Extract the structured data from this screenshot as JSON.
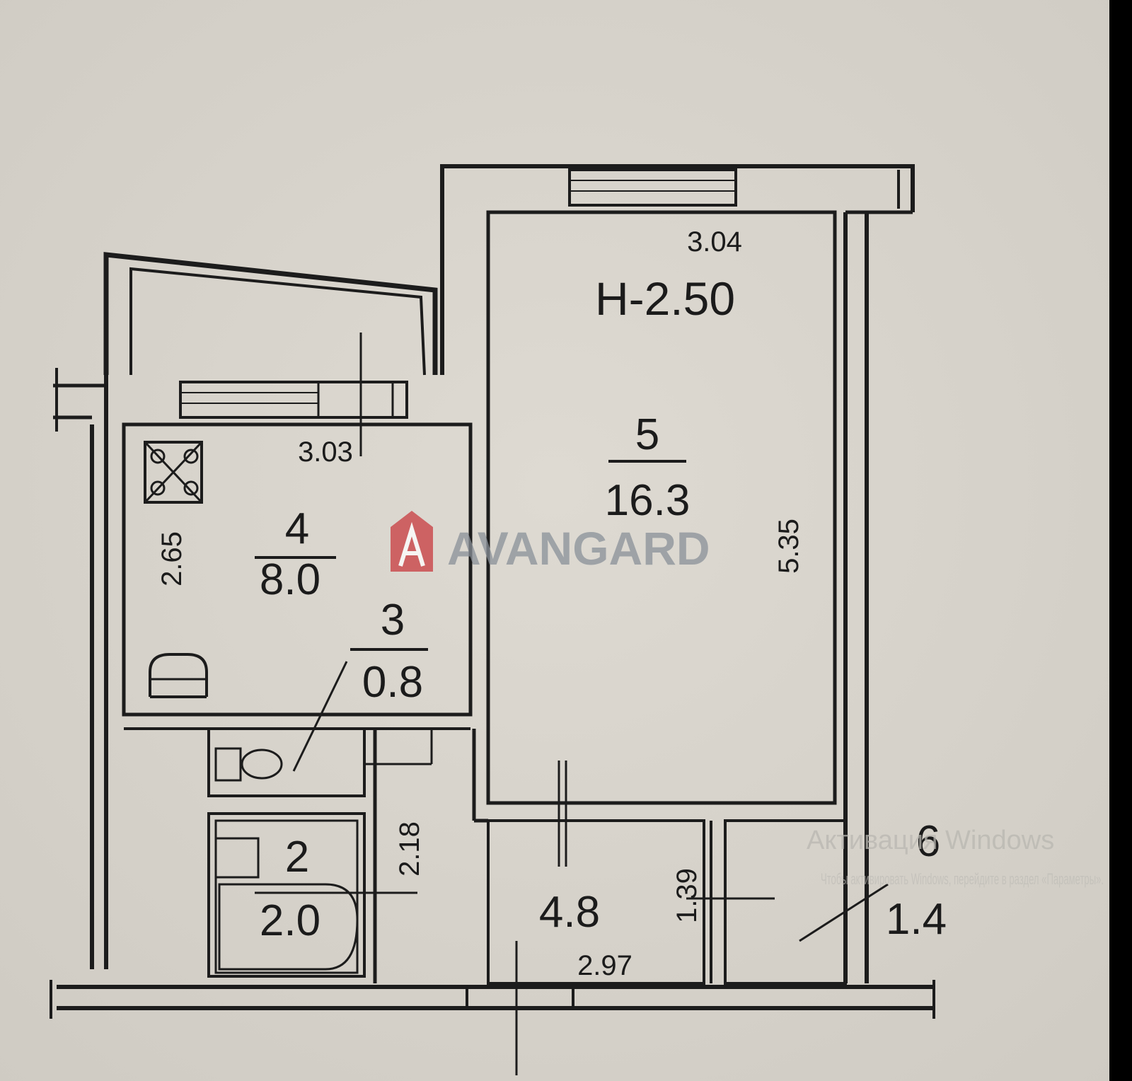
{
  "plan": {
    "ceiling_height": "H-2.50",
    "rooms": [
      {
        "id": "room-2",
        "number": "2",
        "area": "2.0"
      },
      {
        "id": "room-3",
        "number": "3",
        "area": "0.8"
      },
      {
        "id": "room-4",
        "number": "4",
        "area": "8.0"
      },
      {
        "id": "room-5",
        "number": "5",
        "area": "16.3"
      },
      {
        "id": "room-6",
        "number": "6",
        "area": "1.4"
      },
      {
        "id": "room-1",
        "area": "4.8"
      }
    ],
    "dimensions": {
      "room5_width": "3.04",
      "room5_length": "5.35",
      "room4_width": "3.03",
      "room4_length": "2.65",
      "room2_length": "2.18",
      "hall_width": "2.97",
      "hall_depth": "1.39"
    }
  },
  "watermark": {
    "brand": "AVANGARD",
    "brand_color": "#c93b3f",
    "text_color": "#8a9199"
  },
  "os_overlay": {
    "line1": "Активация Windows",
    "line2": "Чтобы активировать Windows, перейдите в раздел «Параметры»."
  }
}
